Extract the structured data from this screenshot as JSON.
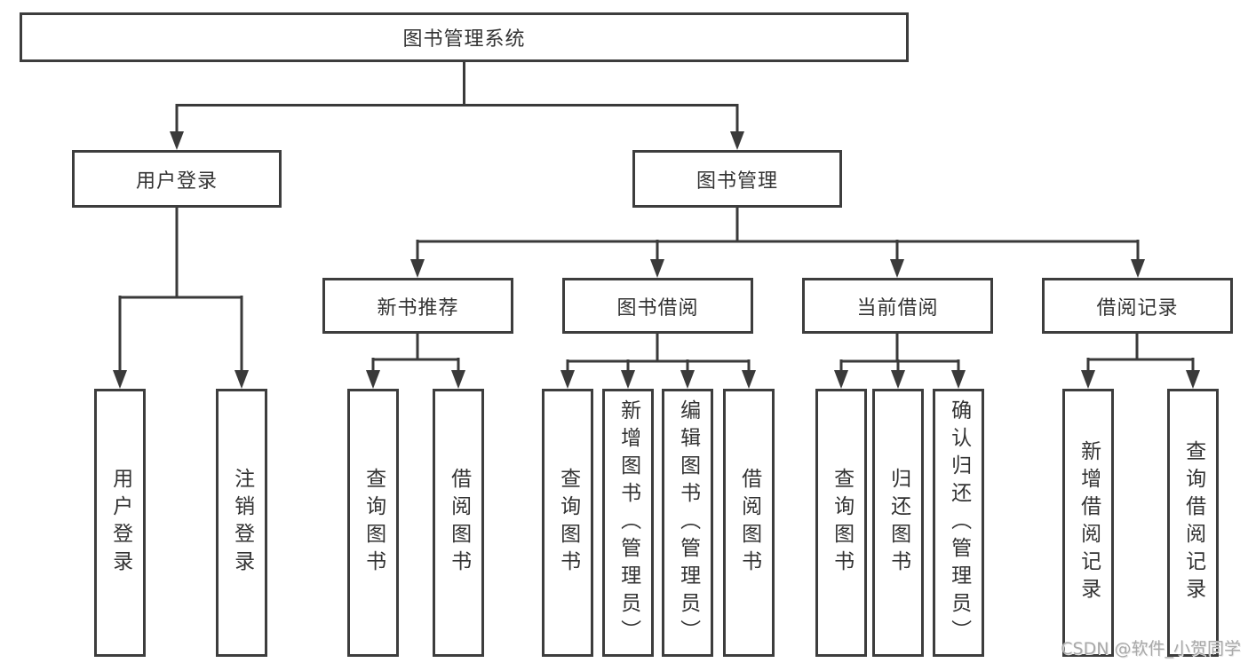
{
  "watermark": "CSDN @软件_小贺同学",
  "tree": {
    "root": {
      "label": "图书管理系统"
    },
    "branches": [
      {
        "label": "用户登录",
        "leaves": [
          {
            "label": "用户登录"
          },
          {
            "label": "注销登录"
          }
        ]
      },
      {
        "label": "图书管理",
        "groups": [
          {
            "label": "新书推荐",
            "leaves": [
              {
                "label": "查询图书"
              },
              {
                "label": "借阅图书"
              }
            ]
          },
          {
            "label": "图书借阅",
            "leaves": [
              {
                "label": "查询图书"
              },
              {
                "label": "新增图书（管理员）"
              },
              {
                "label": "编辑图书（管理员）"
              },
              {
                "label": "借阅图书"
              }
            ]
          },
          {
            "label": "当前借阅",
            "leaves": [
              {
                "label": "查询图书"
              },
              {
                "label": "归还图书"
              },
              {
                "label": "确认归还（管理员）"
              }
            ]
          },
          {
            "label": "借阅记录",
            "leaves": [
              {
                "label": "新增借阅记录"
              },
              {
                "label": "查询借阅记录"
              }
            ]
          }
        ]
      }
    ]
  }
}
